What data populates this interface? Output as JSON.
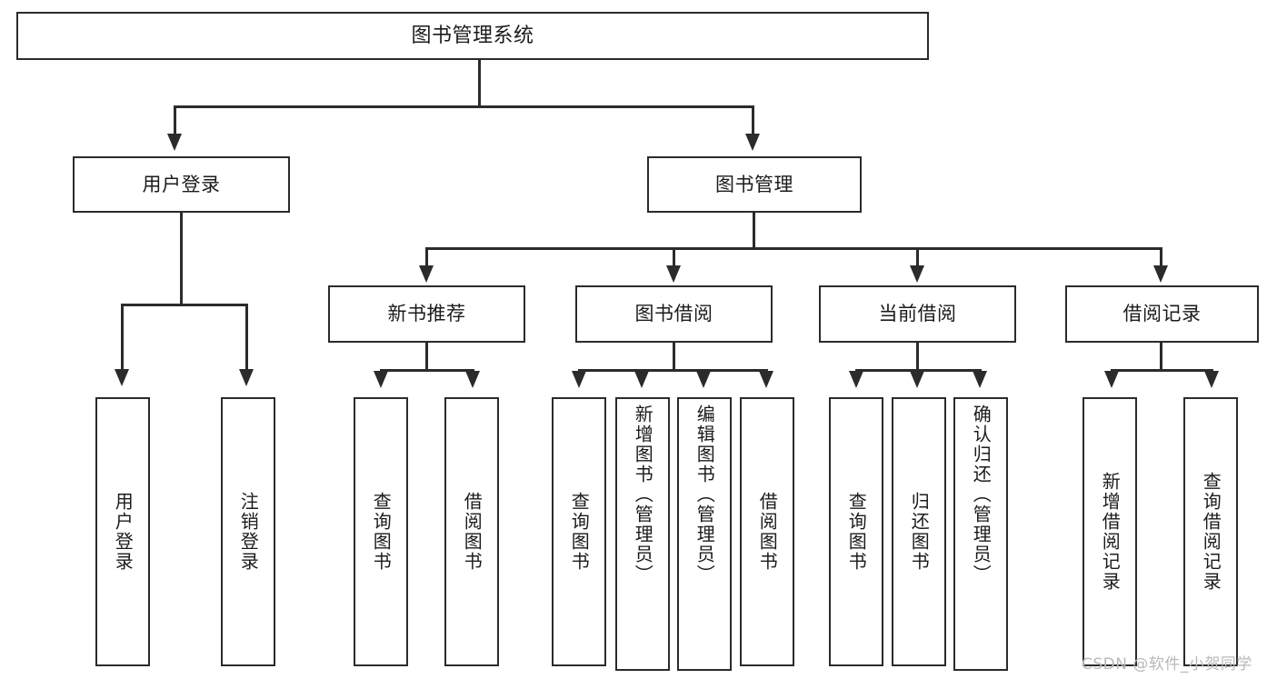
{
  "diagram": {
    "title": "图书管理系统",
    "type": "hierarchy-tree",
    "watermark": "CSDN @软件_小贺同学",
    "levels": {
      "root": {
        "label": "图书管理系统"
      },
      "level2": [
        {
          "label": "用户登录"
        },
        {
          "label": "图书管理"
        }
      ],
      "level3": [
        {
          "label": "新书推荐"
        },
        {
          "label": "图书借阅"
        },
        {
          "label": "当前借阅"
        },
        {
          "label": "借阅记录"
        }
      ],
      "leaves": {
        "user_login": [
          {
            "label": "用户登录"
          },
          {
            "label": "注销登录"
          }
        ],
        "new_book_recommend": [
          {
            "label": "查询图书"
          },
          {
            "label": "借阅图书"
          }
        ],
        "book_borrow": [
          {
            "label": "查询图书"
          },
          {
            "label": "新增图书（管理员）"
          },
          {
            "label": "编辑图书（管理员）"
          },
          {
            "label": "借阅图书"
          }
        ],
        "current_borrow": [
          {
            "label": "查询图书"
          },
          {
            "label": "归还图书"
          },
          {
            "label": "确认归还（管理员）"
          }
        ],
        "borrow_records": [
          {
            "label": "新增借阅记录"
          },
          {
            "label": "查询借阅记录"
          }
        ]
      }
    },
    "colors": {
      "stroke": "#2b2b2b",
      "fill": "#ffffff",
      "text": "#1b1b1b",
      "watermark": "#b9b9b9"
    }
  }
}
